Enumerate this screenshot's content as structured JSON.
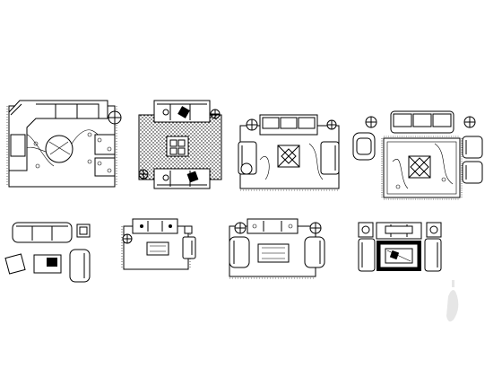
{
  "drawing": {
    "kind": "furniture-plan-sheet",
    "line_color": "#000000",
    "background_color": "#ffffff",
    "watermark_color": "#e6e6e6",
    "plans": [
      {
        "name": "sectional-sofa-plan",
        "icons": [
          "l-shaped-sofa",
          "round-coffee-table",
          "armchair",
          "armchair",
          "side-table-lamp",
          "rug"
        ]
      },
      {
        "name": "patterned-rug-plan",
        "icons": [
          "hatched-rug",
          "square-table",
          "sofa-with-cushions",
          "sofa-with-cushions"
        ]
      },
      {
        "name": "three-seat-sofa-plan-a",
        "icons": [
          "three-seat-sofa",
          "coffee-table",
          "armchair",
          "armchair",
          "lamp-table",
          "rug"
        ]
      },
      {
        "name": "three-seat-sofa-plan-b",
        "icons": [
          "three-seat-sofa",
          "fringed-rug",
          "armchair",
          "armchair",
          "round-chair",
          "lamp-table"
        ]
      },
      {
        "name": "loose-furniture-plan",
        "icons": [
          "three-seat-sofa",
          "ottoman",
          "coffee-table",
          "armchair",
          "side-table"
        ]
      },
      {
        "name": "compact-sofa-plan-a",
        "icons": [
          "sofa",
          "coffee-table",
          "armchair",
          "lamp-table"
        ]
      },
      {
        "name": "compact-sofa-plan-b",
        "icons": [
          "sofa",
          "coffee-table",
          "armchair",
          "armchair",
          "lamp-table"
        ]
      },
      {
        "name": "compact-sofa-plan-c",
        "icons": [
          "sofa",
          "framed-rug",
          "coffee-table",
          "armchair",
          "armchair",
          "lamp-table"
        ]
      }
    ]
  }
}
